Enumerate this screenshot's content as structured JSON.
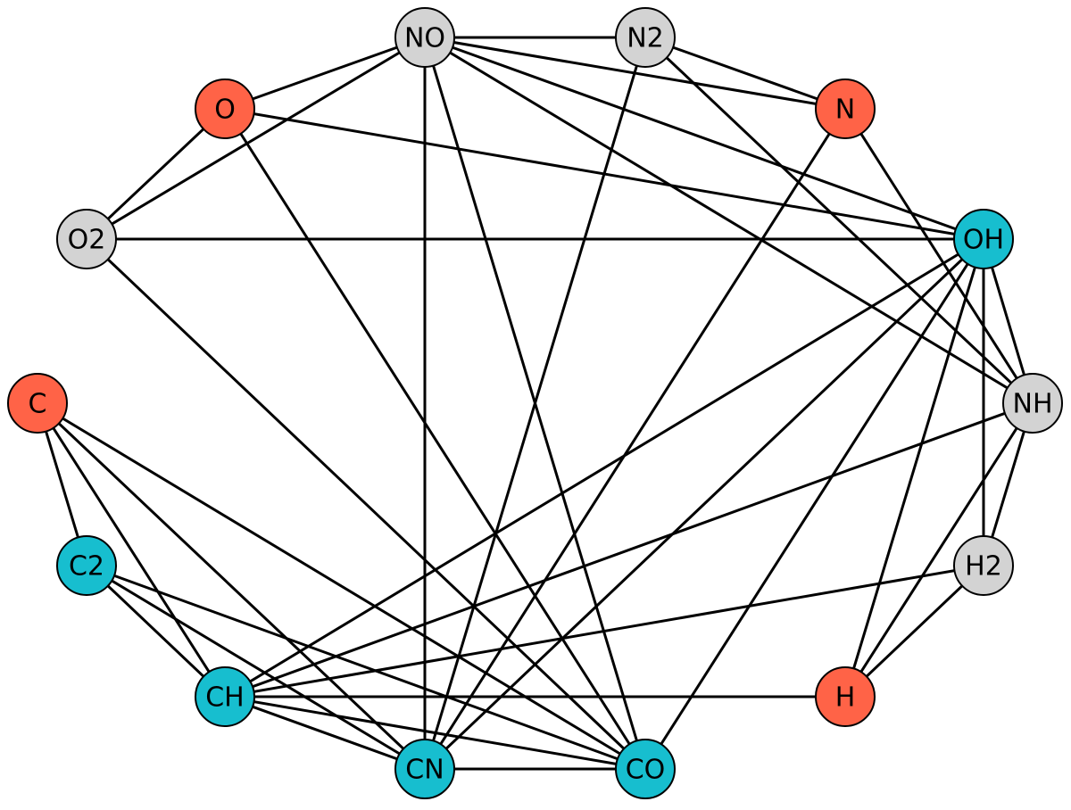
{
  "colors": {
    "atom": "#ff6347",
    "radical": "#17becf",
    "molecule": "#d3d3d3"
  },
  "nodes": [
    {
      "id": "NO",
      "label": "NO",
      "kind": "molecule"
    },
    {
      "id": "N2",
      "label": "N2",
      "kind": "molecule"
    },
    {
      "id": "N",
      "label": "N",
      "kind": "atom"
    },
    {
      "id": "OH",
      "label": "OH",
      "kind": "radical"
    },
    {
      "id": "NH",
      "label": "NH",
      "kind": "molecule"
    },
    {
      "id": "H2",
      "label": "H2",
      "kind": "molecule"
    },
    {
      "id": "H",
      "label": "H",
      "kind": "atom"
    },
    {
      "id": "CO",
      "label": "CO",
      "kind": "radical"
    },
    {
      "id": "CN",
      "label": "CN",
      "kind": "radical"
    },
    {
      "id": "CH",
      "label": "CH",
      "kind": "radical"
    },
    {
      "id": "C2",
      "label": "C2",
      "kind": "radical"
    },
    {
      "id": "C",
      "label": "C",
      "kind": "atom"
    },
    {
      "id": "O2",
      "label": "O2",
      "kind": "molecule"
    },
    {
      "id": "O",
      "label": "O",
      "kind": "atom"
    }
  ],
  "edges": [
    [
      "NO",
      "N2"
    ],
    [
      "NO",
      "N"
    ],
    [
      "NO",
      "OH"
    ],
    [
      "NO",
      "NH"
    ],
    [
      "NO",
      "O"
    ],
    [
      "NO",
      "O2"
    ],
    [
      "NO",
      "CN"
    ],
    [
      "NO",
      "CO"
    ],
    [
      "N2",
      "N"
    ],
    [
      "N2",
      "NH"
    ],
    [
      "N2",
      "CN"
    ],
    [
      "N",
      "NH"
    ],
    [
      "N",
      "CN"
    ],
    [
      "O",
      "O2"
    ],
    [
      "O",
      "OH"
    ],
    [
      "O",
      "CO"
    ],
    [
      "O2",
      "OH"
    ],
    [
      "O2",
      "CO"
    ],
    [
      "OH",
      "NH"
    ],
    [
      "OH",
      "H2"
    ],
    [
      "OH",
      "H"
    ],
    [
      "OH",
      "CH"
    ],
    [
      "OH",
      "CN"
    ],
    [
      "OH",
      "CO"
    ],
    [
      "NH",
      "H2"
    ],
    [
      "NH",
      "H"
    ],
    [
      "NH",
      "CH"
    ],
    [
      "H2",
      "H"
    ],
    [
      "H2",
      "CH"
    ],
    [
      "H",
      "CH"
    ],
    [
      "C",
      "C2"
    ],
    [
      "C",
      "CH"
    ],
    [
      "C",
      "CN"
    ],
    [
      "C",
      "CO"
    ],
    [
      "C2",
      "CH"
    ],
    [
      "C2",
      "CN"
    ],
    [
      "C2",
      "CO"
    ],
    [
      "CH",
      "CN"
    ],
    [
      "CH",
      "CO"
    ],
    [
      "CN",
      "CO"
    ]
  ]
}
